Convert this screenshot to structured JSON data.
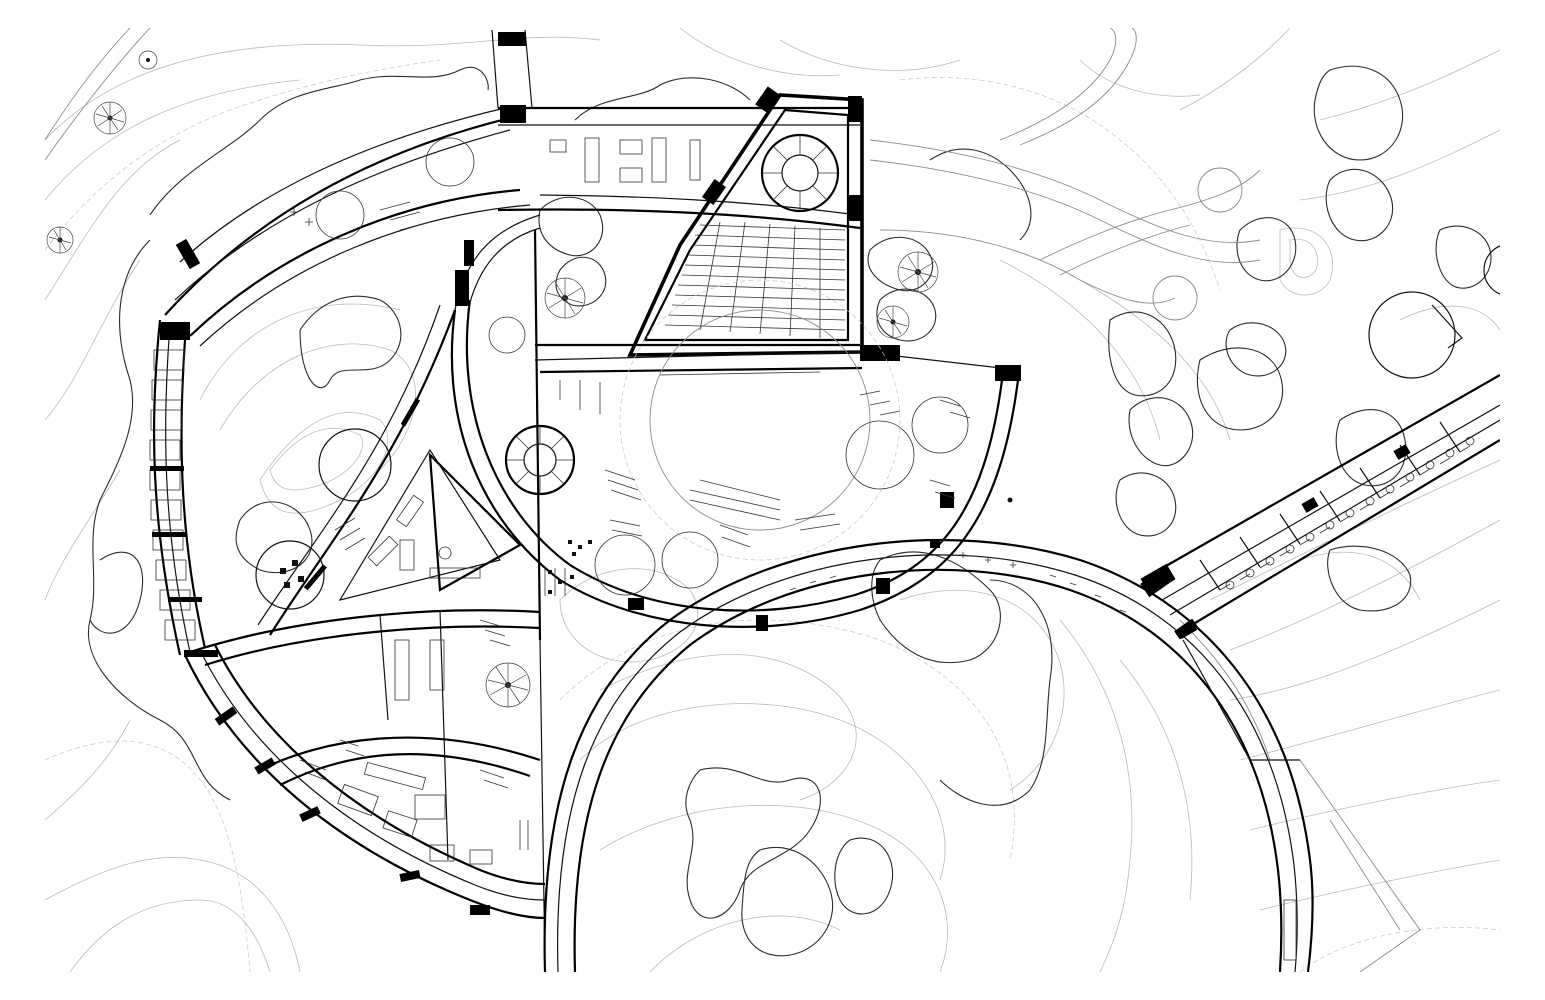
{
  "drawing": {
    "elements": [
      "terrain-contours",
      "vegetation-outlines",
      "site-paths",
      "outer-ring-wing",
      "central-circular-hall",
      "auditorium",
      "lower-ring-arc",
      "east-bridge-wing",
      "spiral-stairs",
      "furniture",
      "trees"
    ]
  },
  "colors": {
    "ink": "#000000",
    "linework": "#333333",
    "contour": "#b9b9b9",
    "paper": "#ffffff"
  }
}
